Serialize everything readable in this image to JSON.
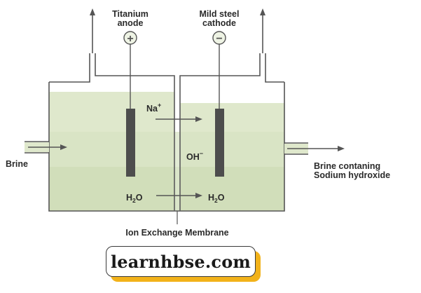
{
  "labels": {
    "anode": [
      "Titanium",
      "anode"
    ],
    "cathode": [
      "Mild steel",
      "cathode"
    ],
    "anode_sign": "+",
    "cathode_sign": "−",
    "na_ion": "Na",
    "na_charge": "+",
    "oh_ion": "OH",
    "oh_charge": "−",
    "water_left": {
      "h": "H",
      "sub": "2",
      "o": "O"
    },
    "water_right": {
      "h": "H",
      "sub": "2",
      "o": "O"
    },
    "brine_in": "Brine",
    "brine_out": [
      "Brine contaning",
      "Sodium hydroxide"
    ],
    "membrane": "Ion Exchange Membrane"
  },
  "watermark": "learnhbse.com",
  "colors": {
    "solution_light": "#dfe8cc",
    "solution_mid": "#d2e0bb",
    "solution_dark": "#c8d8ae",
    "electrode": "#4d4d4d",
    "badge_shadow": "#f2b21a",
    "outline": "#555555"
  }
}
